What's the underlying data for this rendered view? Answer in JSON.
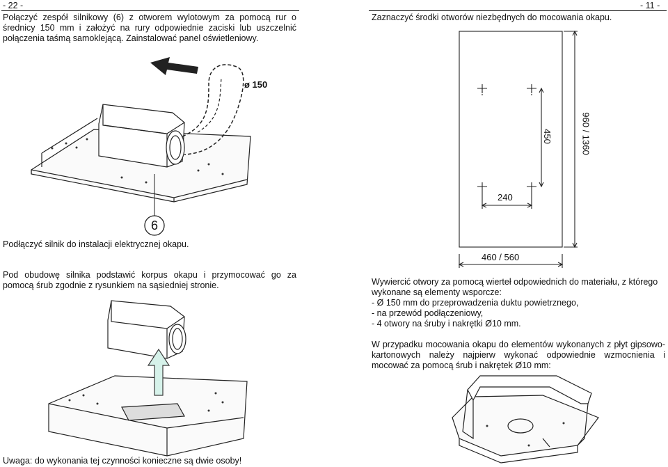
{
  "left": {
    "page_number": "- 22 -",
    "intro": [
      "Połączyć zespół silnikowy (6) z otworem wylotowym za pomocą rur o",
      "średnicy 150 mm i założyć na rury odpowiednie zaciski lub uszczelnić",
      "połączenia taśmą samoklejącą. Zainstalować panel oświetleniowy."
    ],
    "figure1": {
      "diameter_label": "ø 150",
      "callout": "6"
    },
    "connect_text": "Podłączyć silnik do instalacji elektrycznej okapu.",
    "mount_text": [
      "Pod obudowę silnika podstawić korpus okapu i przymocować go za",
      "pomocą śrub zgodnie z rysunkiem na sąsiedniej stronie."
    ],
    "note": "Uwaga: do wykonania tej czynności konieczne są dwie osoby!"
  },
  "right": {
    "page_number": "- 11 -",
    "intro": "Zaznaczyć środki otworów niezbędnych do mocowania okapu.",
    "dimensions": {
      "height": "960 / 1360",
      "hole_vertical": "450",
      "hole_horizontal": "240",
      "width": "460 / 560"
    },
    "drill_text": [
      "Wywiercić otwory za pomocą wierteł odpowiednich do materiału, z którego",
      "wykonane są elementy wsporcze:",
      "- Ø 150 mm do przeprowadzenia duktu powietrznego,",
      "- na przewód podłączeniowy,",
      "- 4 otwory na śruby i nakrętki Ø10 mm."
    ],
    "drywall_text": [
      "W przypadku mocowania okapu do elementów wykonanych z płyt gipsowo-",
      "kartonowych należy najpierw wykonać odpowiednie wzmocnienia i",
      "mocować za pomocą śrub i nakrętek Ø10 mm:"
    ]
  },
  "colors": {
    "arrow_fill": "#d6f2ea",
    "arrow_stroke": "#3a3a3a",
    "line": "#000000"
  }
}
